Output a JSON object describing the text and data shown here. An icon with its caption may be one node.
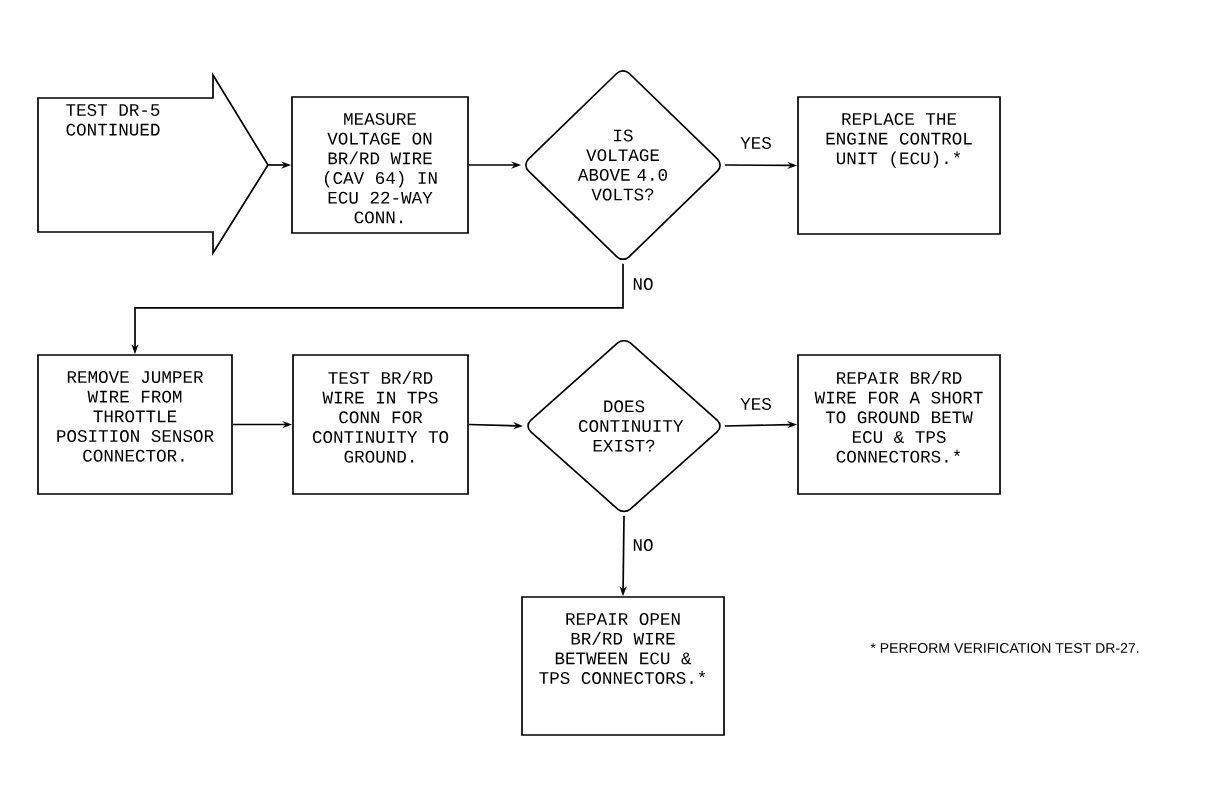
{
  "diagram": {
    "nodes": [
      {
        "text": [
          "TEST DR-5 CONTINUED"
        ]
      },
      {
        "text": [
          "MEASURE VOLTAGE ON BR/RD WIRE (CAV 64) IN ECU 22-WAY CONN."
        ]
      },
      {
        "text": [
          "IS VOLTAGE ABOVE 4.0 VOLTS?"
        ]
      },
      {
        "text": [
          "REPLACE THE ENGINE CONTROL UNIT (ECU).*"
        ]
      },
      {
        "text": [
          "REMOVE JUMPER WIRE FROM THROTTLE POSITION SENSOR CONNECTOR."
        ]
      },
      {
        "text": [
          "TEST BR/RD WIRE IN TPS CONN FOR CONTINUITY TO GROUND."
        ]
      },
      {
        "text": [
          "DOES CONTINUITY EXIST?"
        ]
      },
      {
        "text": [
          "REPAIR BR/RD WIRE FOR A SHORT TO GROUND BETW ECU & TPS CONNECTORS.*"
        ]
      },
      {
        "text": [
          "REPAIR OPEN BR/RD WIRE BETWEEN ECU & TPS CONNECTORS.*"
        ]
      }
    ],
    "edges": [
      {
        "from": 0,
        "to": 1,
        "arrow": "to"
      },
      {
        "from": 1,
        "to": 2,
        "arrow": "to"
      },
      {
        "from": 2,
        "to": 3,
        "arrow": "to",
        "label": "YES"
      },
      {
        "from": 2,
        "to": 4,
        "arrow": "to",
        "label": "NO"
      },
      {
        "from": 4,
        "to": 5,
        "arrow": "to"
      },
      {
        "from": 5,
        "to": 6,
        "arrow": "to"
      },
      {
        "from": 6,
        "to": 7,
        "arrow": "to",
        "label": "YES"
      },
      {
        "from": 6,
        "to": 8,
        "arrow": "to",
        "label": "NO"
      }
    ],
    "labels": [
      "* PERFORM VERIFICATION TEST DR-27."
    ]
  }
}
